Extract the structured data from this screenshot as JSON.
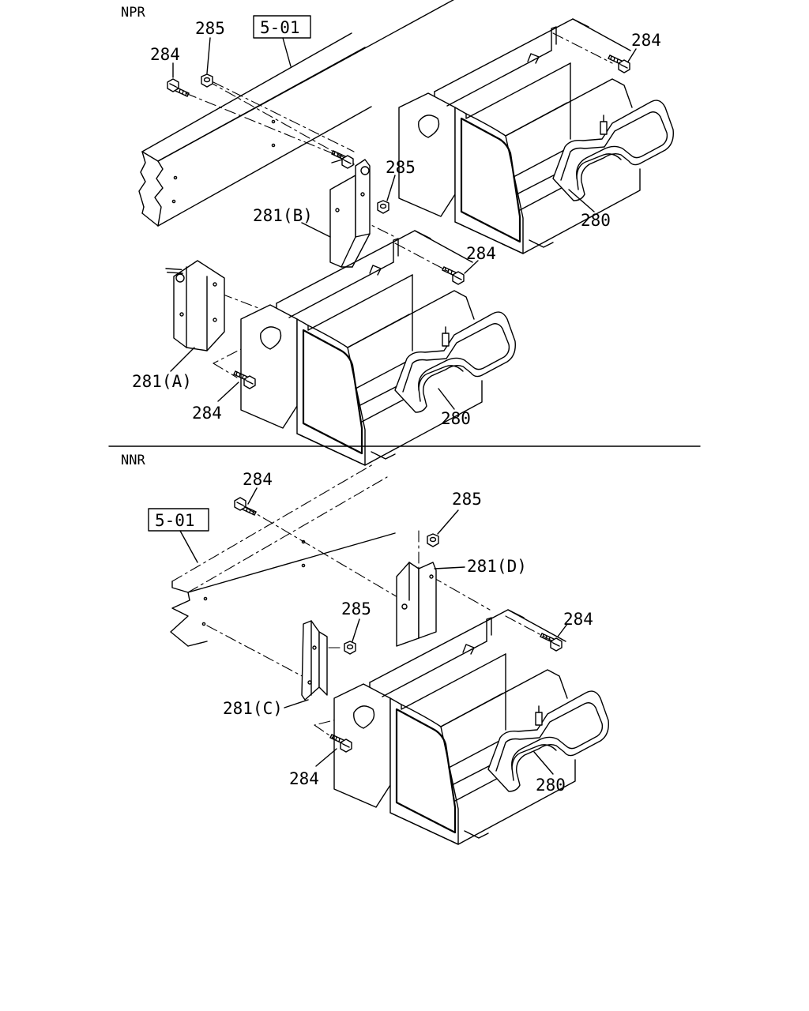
{
  "sections": {
    "npr": {
      "heading": "NPR",
      "ref": "5-01",
      "labels": {
        "bolt_top_left": "284",
        "nut_top": "285",
        "bolt_top_right": "284",
        "nut_mid": "285",
        "bracket_b": "281(B)",
        "bolt_mid": "284",
        "bracket_a": "281(A)",
        "bolt_lower": "284",
        "tray_upper": "280",
        "tray_lower": "280"
      }
    },
    "nnr": {
      "heading": "NNR",
      "ref": "5-01",
      "labels": {
        "bolt_top": "284",
        "nut_top": "285",
        "bracket_d": "281(D)",
        "bolt_right": "284",
        "nut_mid": "285",
        "bracket_c": "281(C)",
        "bolt_lower": "284",
        "tray": "280"
      }
    }
  }
}
